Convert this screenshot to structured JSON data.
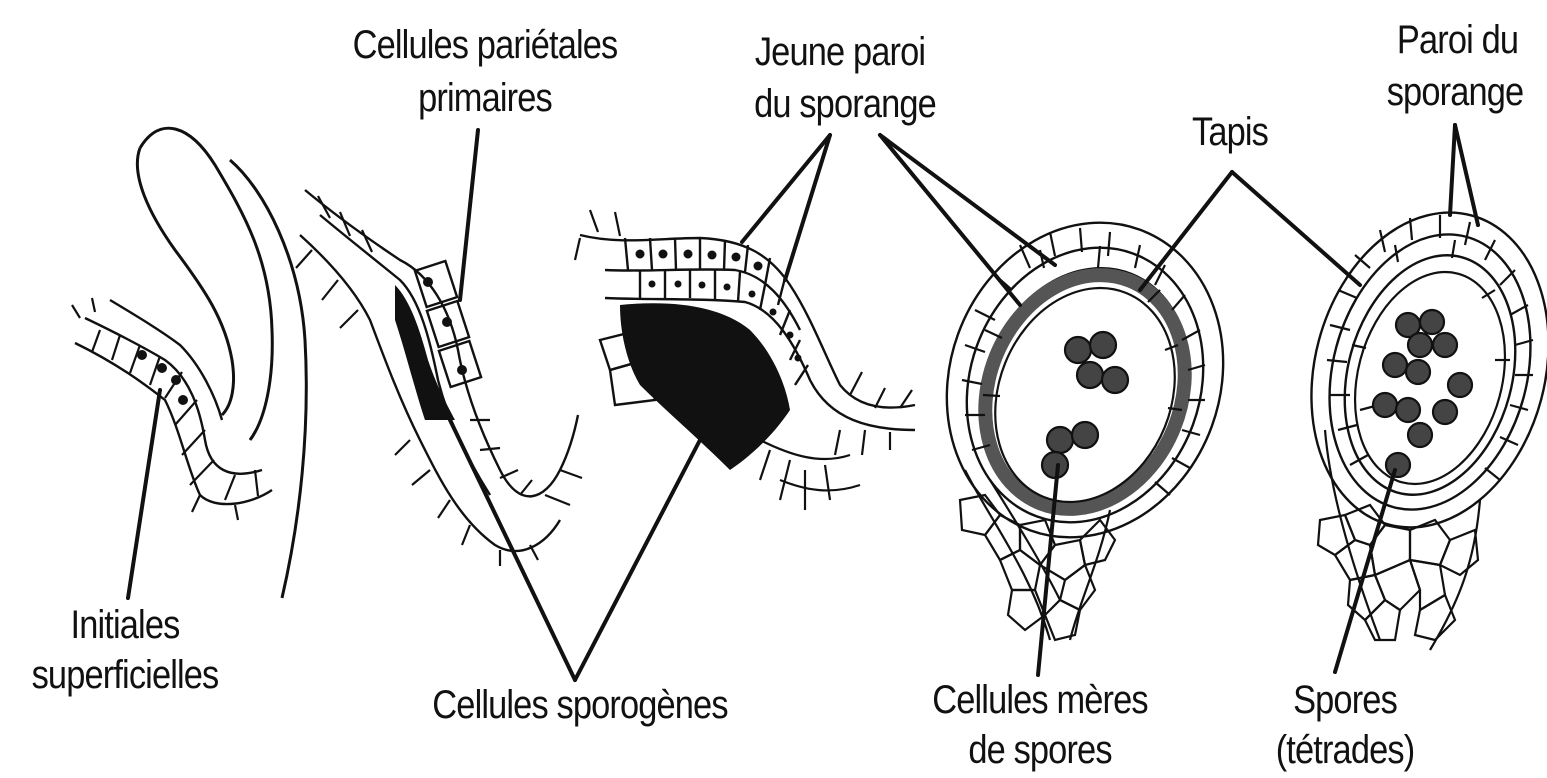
{
  "labels": {
    "initiales_line1": "Initiales",
    "initiales_line2": "superficielles",
    "parietales_line1": "Cellules pariétales",
    "parietales_line2": "primaires",
    "jeune_paroi_line1": "Jeune paroi",
    "jeune_paroi_line2": "du sporange",
    "tapis": "Tapis",
    "paroi_line1": "Paroi du",
    "paroi_line2": "sporange",
    "sporogenes": "Cellules sporogènes",
    "meres_line1": "Cellules mères",
    "meres_line2": "de spores",
    "spores_line1": "Spores",
    "spores_line2": "(tétrades)"
  },
  "colors": {
    "ink": "#111111",
    "tapetum": "#555555",
    "spore_fill": "#444444",
    "background": "#ffffff"
  }
}
